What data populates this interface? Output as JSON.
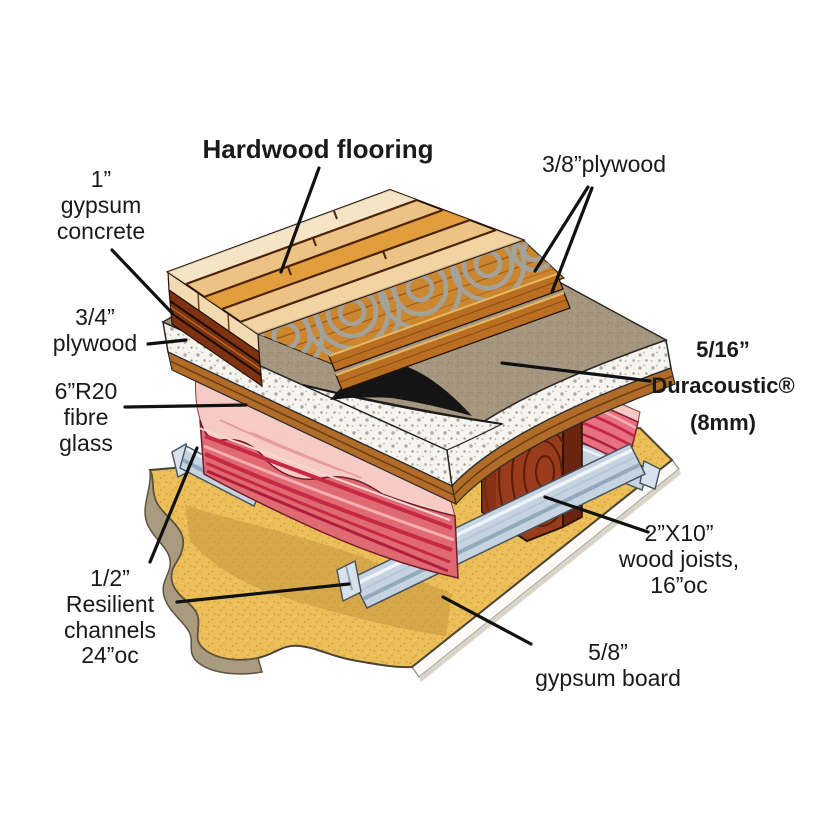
{
  "diagram": {
    "title": "Hardwood flooring",
    "labels": {
      "hardwood": "Hardwood flooring",
      "plywood_38": "3/8”plywood",
      "gypsum_concrete": "1”\ngypsum\nconcrete",
      "plywood_34": "3/4”\nplywood",
      "fibre_glass": "6”R20\nfibre\nglass",
      "resilient_channels": "1/2”\nResilient\nchannels\n24”oc",
      "duracoustic": "5/16”\nDuracoustic®\n(8mm)",
      "wood_joists": "2”X10”\nwood joists,\n16”oc",
      "gypsum_board": "5/8”\ngypsum board"
    },
    "colors": {
      "hardwood": "#ECC285",
      "hardwood_accent": "#E19A35",
      "plywood_strip": "#B96E22",
      "plywood_edge": "#B06C28",
      "gypsum_concrete": "#F6F4EF",
      "duracoustic_top": "#A5977F",
      "membrane": "#141414",
      "fibre_glass_face": "#E06A72",
      "fibre_glass_stripe": "#C62846",
      "fibre_glass_top": "#F6CBC5",
      "joist": "#9A3B1B",
      "channel": "#C6D4E2",
      "gypsum_board": "#EBBE58",
      "label_text": "#1A1A1A"
    }
  }
}
